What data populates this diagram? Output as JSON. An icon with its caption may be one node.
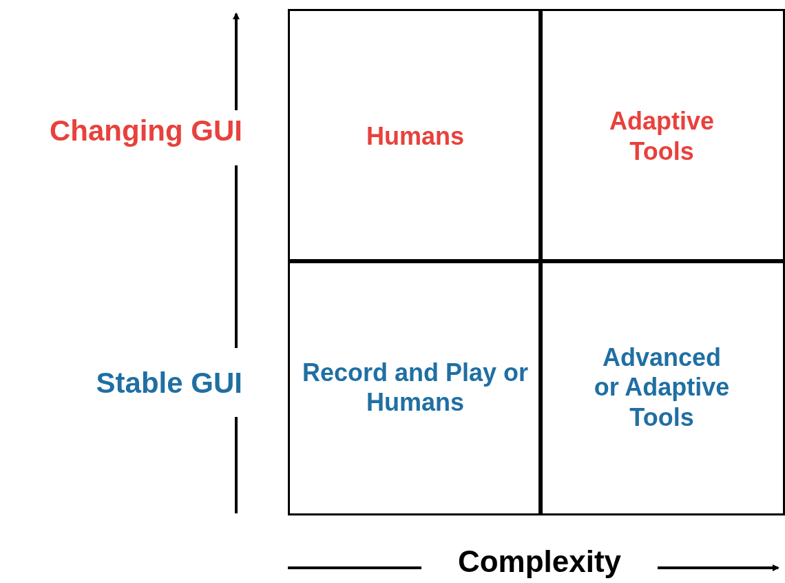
{
  "diagram": {
    "nodes": [
      {
        "text": [
          "Humans"
        ]
      },
      {
        "text": [
          "Adaptive Tools"
        ]
      },
      {
        "text": [
          "Record and Play or Humans"
        ]
      },
      {
        "text": [
          "Advanced or Adaptive Tools"
        ]
      }
    ],
    "edges": [],
    "labels": [
      "Changing GUI",
      "Stable GUI",
      "Complexity"
    ]
  }
}
